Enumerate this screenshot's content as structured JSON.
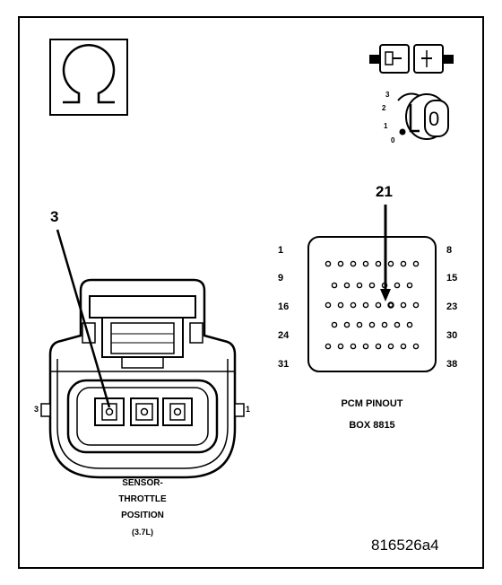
{
  "symbols": {
    "ohm": "ohm-meter-icon",
    "disconnect": "connector-disconnected-icon",
    "ignition": "ignition-switch-icon",
    "ignition_positions": [
      "3",
      "2",
      "1",
      "0"
    ],
    "ignition_key_label": "0"
  },
  "sensor_connector": {
    "callout": "3",
    "pin_left": "3",
    "pin_right": "1",
    "caption": [
      "SENSOR-",
      "THROTTLE",
      "POSITION",
      "(3.7L)"
    ]
  },
  "pcm_pinout": {
    "callout": "21",
    "left_labels": [
      "1",
      "9",
      "16",
      "24",
      "31"
    ],
    "right_labels": [
      "8",
      "15",
      "23",
      "30",
      "38"
    ],
    "row_pin_counts": [
      8,
      7,
      8,
      7,
      8
    ],
    "highlighted_pin": 21,
    "caption_line1": "PCM PINOUT",
    "caption_line2": "BOX 8815"
  },
  "figure_id": "816526a4"
}
